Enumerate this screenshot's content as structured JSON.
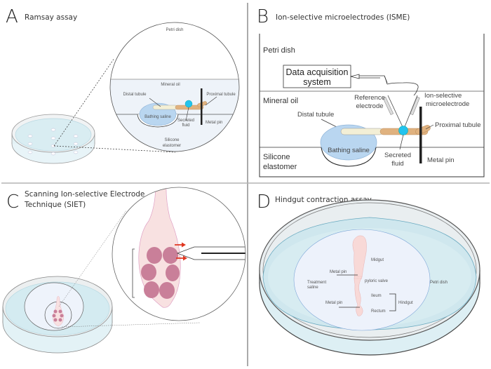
{
  "figure": {
    "divider_color": "#b3b3b3",
    "vertical_divider_color": "#555555"
  },
  "panels": {
    "A": {
      "letter": "A",
      "title": "Ramsay assay",
      "labels": {
        "petri_dish": "Petri dish",
        "mineral_oil": "Mineral oil",
        "distal_tubule": "Distal tubule",
        "proximal_tubule": "Proximal tubule",
        "bathing_saline": "Bathing saline",
        "secreted_fluid_1": "Secreted",
        "secreted_fluid_2": "fluid",
        "metal_pin": "Metal pin",
        "silicone_1": "Silicone",
        "silicone_2": "elastomer"
      }
    },
    "B": {
      "letter": "B",
      "title": "Ion-selective microelectrodes (ISME)",
      "labels": {
        "petri_dish": "Petri dish",
        "daq_1": "Data acquisition",
        "daq_2": "system",
        "mineral_oil": "Mineral oil",
        "reference_1": "Reference",
        "reference_2": "electrode",
        "isme_1": "Ion-selective",
        "isme_2": "microelectrode",
        "distal_tubule": "Distal tubule",
        "proximal_tubule": "Proximal tubule",
        "bathing_saline": "Bathing saline",
        "secreted_fluid_1": "Secreted",
        "secreted_fluid_2": "fluid",
        "metal_pin": "Metal pin",
        "silicone_1": "Silicone",
        "silicone_2": "elastomer"
      }
    },
    "C": {
      "letter": "C",
      "title_1": "Scanning Ion-selective Electrode",
      "title_2": "Technique (SIET)"
    },
    "D": {
      "letter": "D",
      "title": "Hindgut contraction assay",
      "labels": {
        "midgut": "Midgut",
        "metal_pin_top": "Metal pin",
        "pyloric_valve": "pyloric valve",
        "treatment_1": "Treatment",
        "treatment_2": "saline",
        "petri_dish": "Petri dish",
        "ileum": "Ileum",
        "hindgut": "Hindgut",
        "metal_pin_bottom": "Metal pin",
        "rectum": "Rectum"
      }
    }
  },
  "colors": {
    "saline_blue": "#b9d6f0",
    "oil_fill": "#eef3f9",
    "tubule_distal": "#f3efd6",
    "tubule_proximal": "#e0b27f",
    "secreted_drop": "#22c3ee",
    "tissue_pink": "#f8e1e1",
    "cell_pink": "#c97f99",
    "arrow_red": "#e0361f",
    "dish_water": "#d5ecf0"
  }
}
